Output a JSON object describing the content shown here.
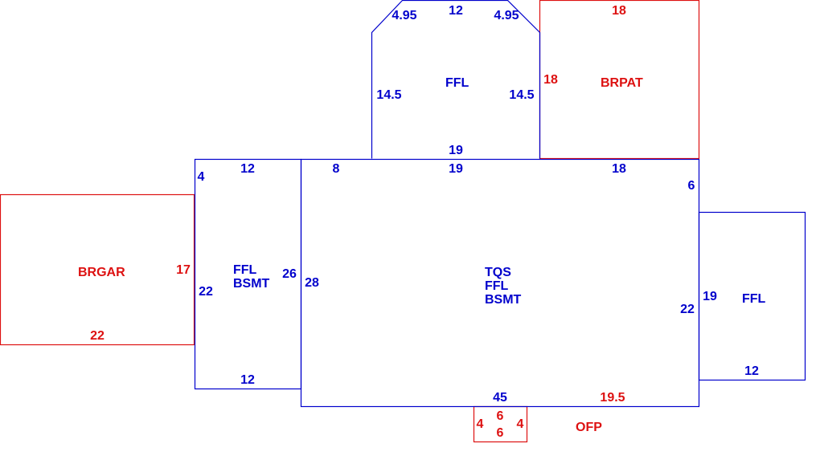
{
  "colors": {
    "living": "#0000cc",
    "other": "#dd1111"
  },
  "areas": {
    "brgar": {
      "label": "BRGAR"
    },
    "left_wing": {
      "label1": "FFL",
      "label2": "BSMT"
    },
    "main": {
      "label1": "TQS",
      "label2": "FFL",
      "label3": "BSMT"
    },
    "top_bay": {
      "label": "FFL"
    },
    "brpat": {
      "label": "BRPAT"
    },
    "right_wing": {
      "label": "FFL"
    },
    "ofp": {
      "label": "OFP"
    }
  },
  "dimensions": {
    "top_bay_top": "12",
    "top_bay_diag_left": "4.95",
    "top_bay_diag_right": "4.95",
    "top_bay_left": "14.5",
    "top_bay_right": "14.5",
    "top_bay_bottom": "19",
    "brpat_top": "18",
    "brpat_left": "18",
    "left_wing_top": "12",
    "left_wing_step": "4",
    "left_wing_bottom": "12",
    "left_wing_left": "22",
    "left_wing_right": "26",
    "brgar_right": "17",
    "brgar_bottom": "22",
    "main_top_left": "8",
    "main_top_mid": "19",
    "main_top_right": "18",
    "main_right_step": "6",
    "main_left": "28",
    "main_right": "22",
    "main_bottom": "45",
    "main_bottom_right": "19.5",
    "right_wing_left": "19",
    "right_wing_bottom": "12",
    "ofp_top": "6",
    "ofp_bottom": "6",
    "ofp_left": "4",
    "ofp_right": "4"
  }
}
